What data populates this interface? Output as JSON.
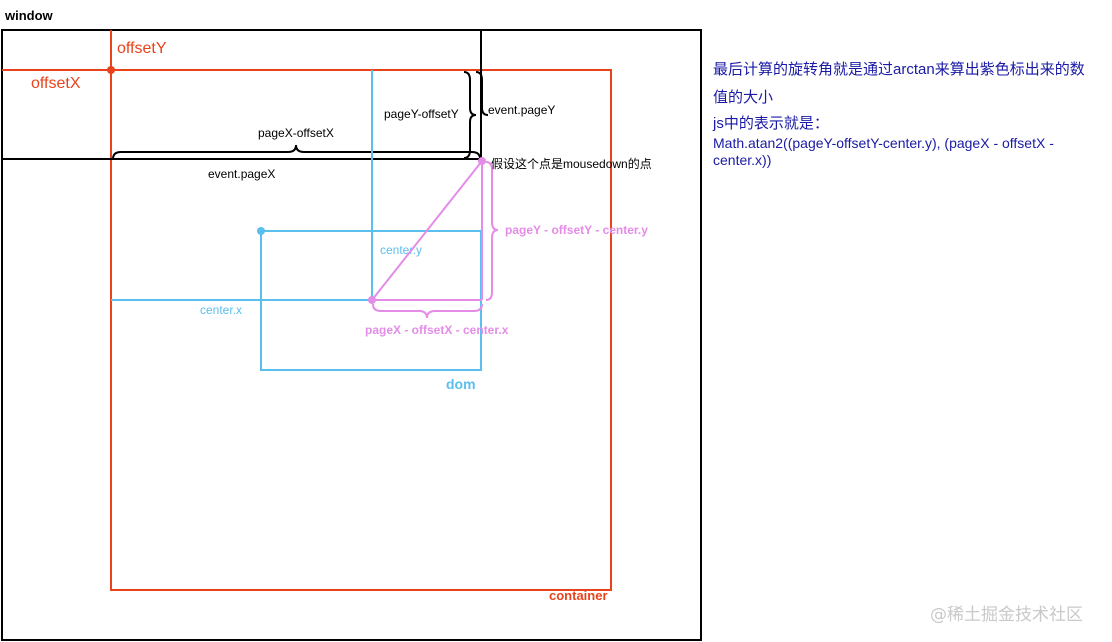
{
  "labels": {
    "window": "window",
    "offsetY": "offsetY",
    "offsetX": "offsetX",
    "pageY_offsetY": "pageY-offsetY",
    "event_pageY": "event.pageY",
    "pageX_offsetX": "pageX-offsetX",
    "event_pageX": "event.pageX",
    "mousedown_point": "假设这个点是mousedown的点",
    "center_y": "center.y",
    "center_x": "center.x",
    "pageY_expr": "pageY - offsetY - center.y",
    "pageX_expr": "pageX - offsetX - center.x",
    "dom": "dom",
    "container": "container"
  },
  "notes": {
    "line1": "最后计算的旋转角就是通过arctan来算出紫色标出来的数",
    "line2": "值的大小",
    "line3": "js中的表示就是：",
    "code": "Math.atan2((pageY-offsetY-center.y), (pageX - offsetX - center.x))"
  },
  "watermark": "@稀土掘金技术社区",
  "colors": {
    "window": "#000000",
    "container": "#e8431c",
    "dom": "#5bbfee",
    "angle": "#e48ce8",
    "notes": "#1a1aa6"
  }
}
